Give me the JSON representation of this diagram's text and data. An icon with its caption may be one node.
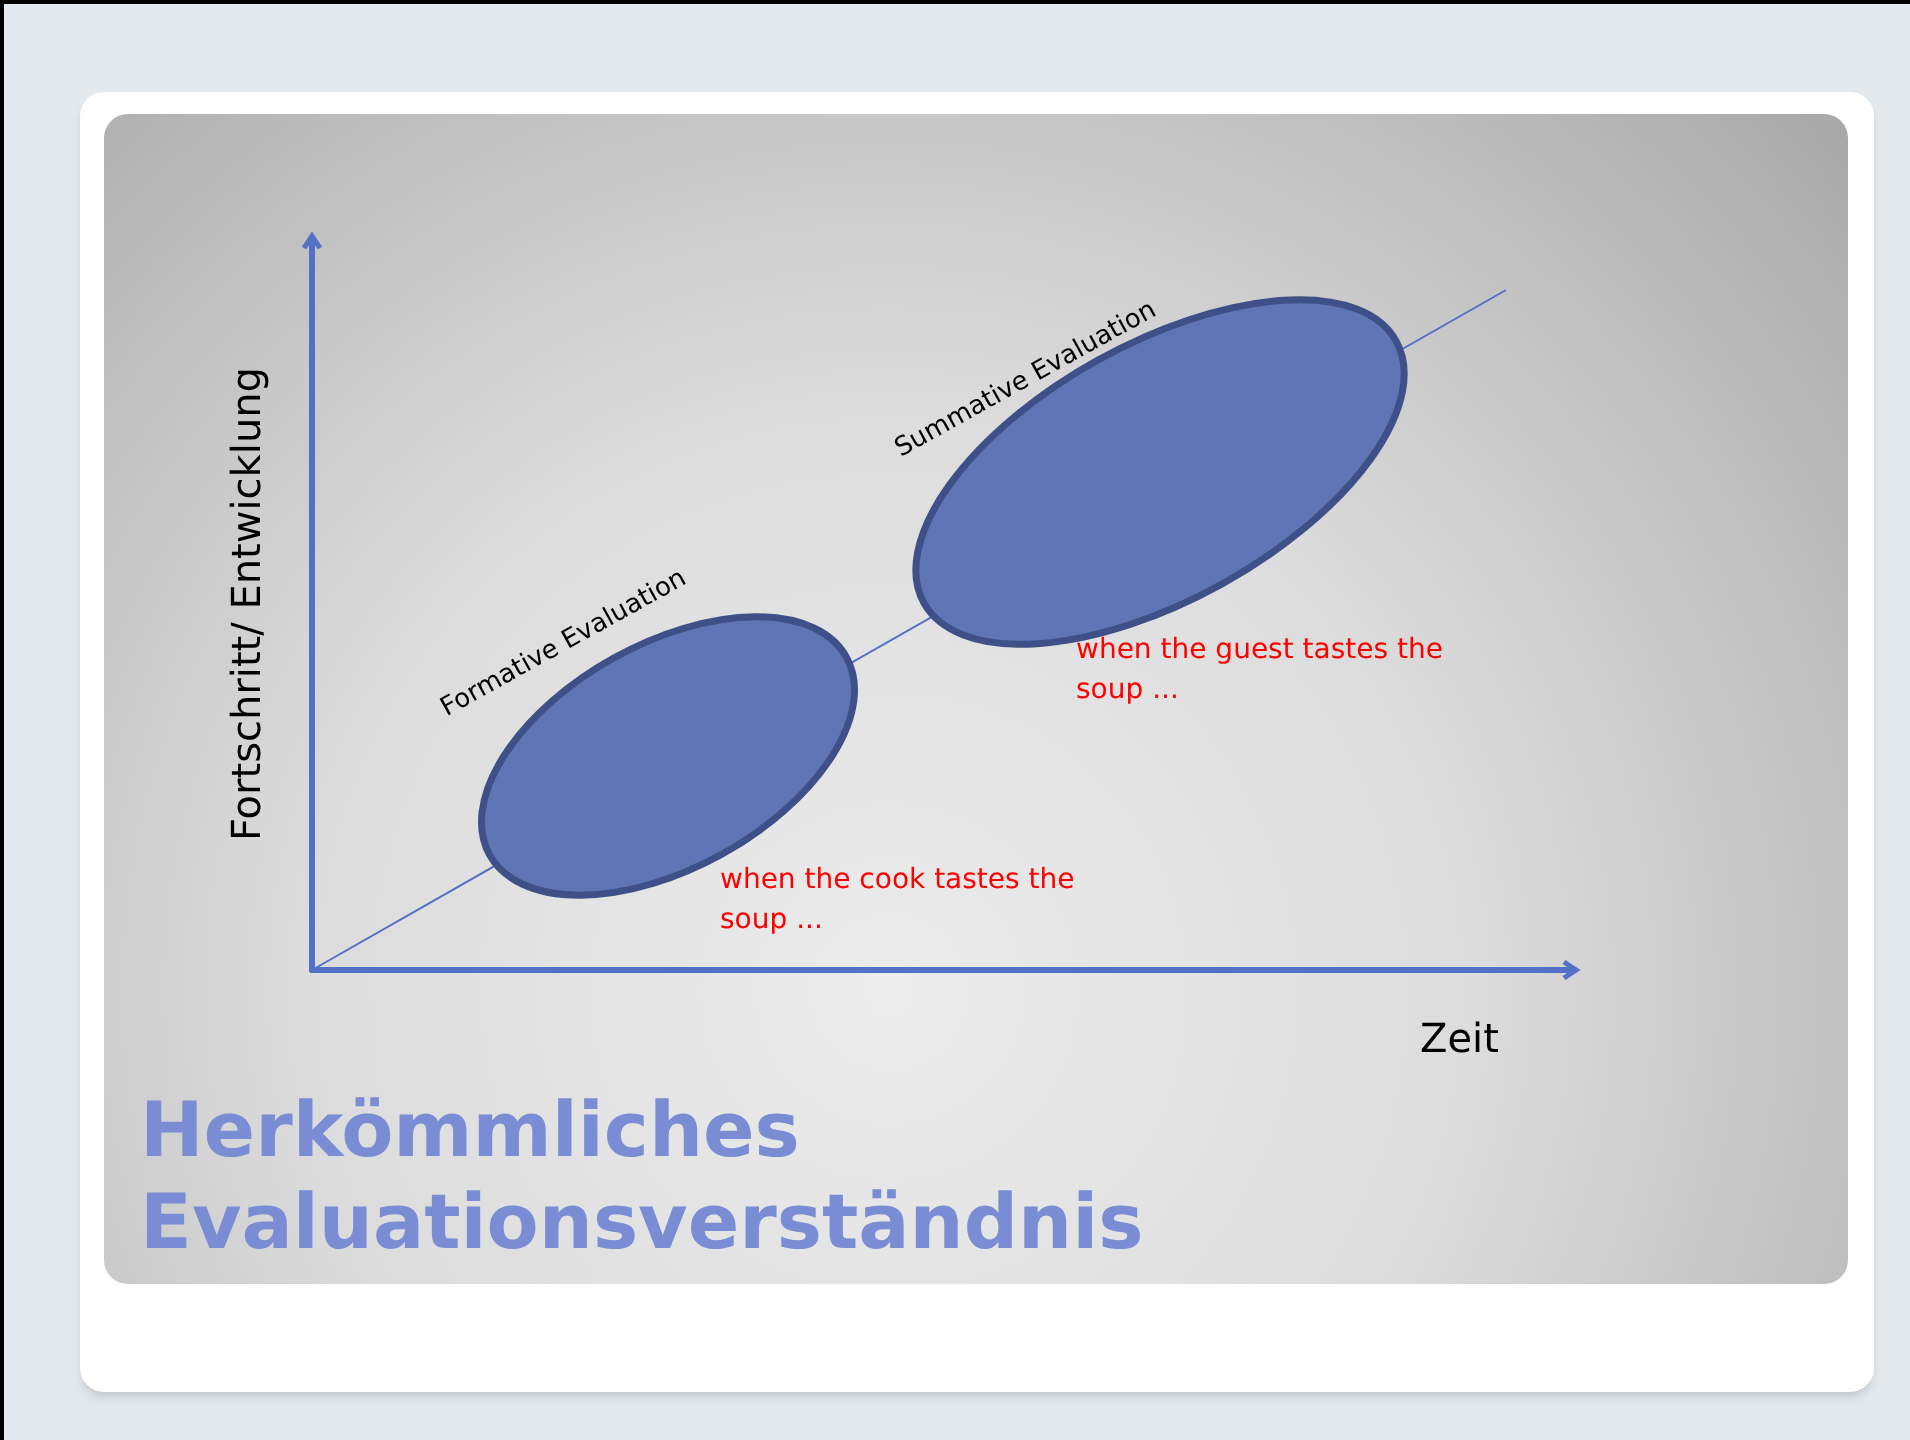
{
  "diagram": {
    "title": "Herkömmliches Evaluationsverständnis",
    "nodes": [
      {
        "text": [
          "Formative Evaluation"
        ],
        "beside": [
          "when the cook tastes the soup ..."
        ]
      },
      {
        "text": [
          "Summative Evaluation"
        ],
        "beside": [
          "when the guest tastes the soup ..."
        ]
      }
    ],
    "labels": [
      "Fortschritt/ Entwicklung",
      "Zeit"
    ]
  }
}
